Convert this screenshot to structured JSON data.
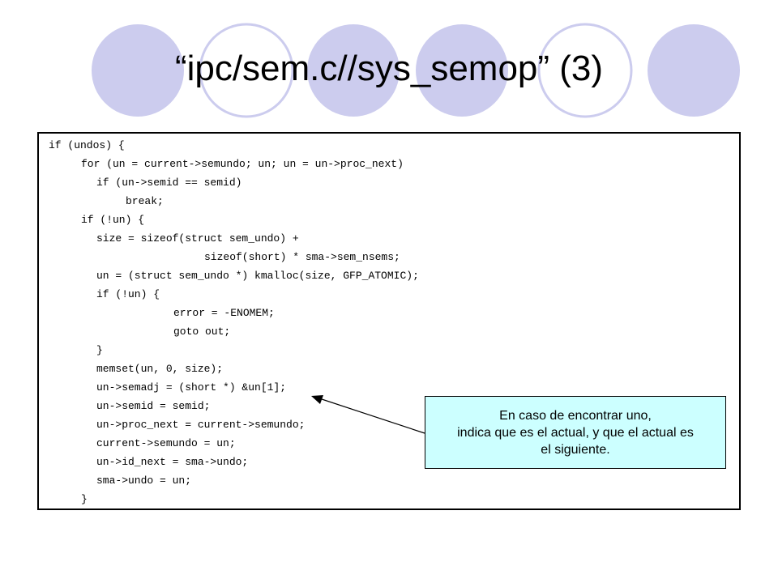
{
  "slide": {
    "title": "“ipc/sem.c//sys_semop” (3)",
    "accent_color": "#ccccee",
    "callout_color": "#ccffff"
  },
  "code": {
    "lines": [
      "if (undos) {",
      "for (un = current->semundo; un; un = un->proc_next)",
      "if (un->semid == semid)",
      "break;",
      "if (!un) {",
      "size = sizeof(struct sem_undo) +",
      "sizeof(short) * sma->sem_nsems;",
      "un = (struct sem_undo *) kmalloc(size, GFP_ATOMIC);",
      "if (!un) {",
      "error = -ENOMEM;",
      "goto out;",
      "}",
      "memset(un, 0, size);",
      "un->semadj = (short *) &un[1];",
      "un->semid = semid;",
      "un->proc_next = current->semundo;",
      "current->semundo = un;",
      "un->id_next = sma->undo;",
      "sma->undo = un;",
      "}"
    ]
  },
  "callout": {
    "lines": [
      "En caso de encontrar uno,",
      "indica que es el actual, y que el actual es",
      "el siguiente."
    ]
  }
}
